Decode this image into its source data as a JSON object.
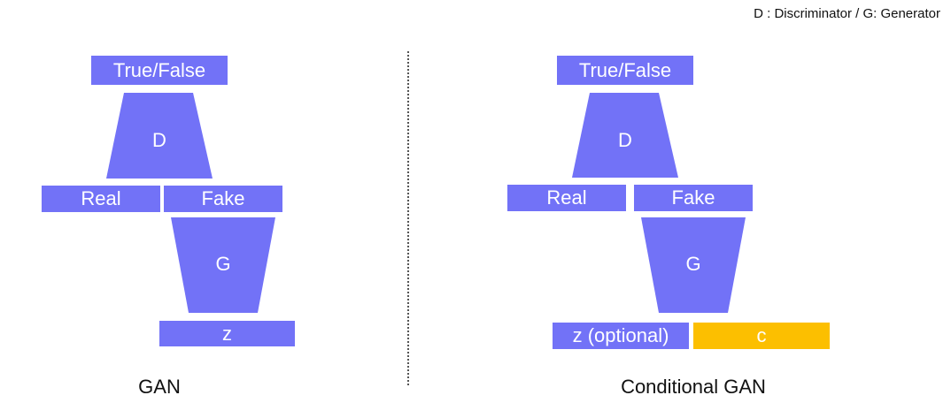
{
  "legend": "D : Discriminator / G: Generator",
  "colors": {
    "block": "#7272f7",
    "condition": "#fcbf00"
  },
  "gan": {
    "output": "True/False",
    "discriminator": "D",
    "real": "Real",
    "fake": "Fake",
    "generator": "G",
    "noise": "z",
    "caption": "GAN"
  },
  "cgan": {
    "output": "True/False",
    "discriminator": "D",
    "real": "Real",
    "fake": "Fake",
    "generator": "G",
    "noise": "z (optional)",
    "condition": "c",
    "caption": "Conditional GAN"
  }
}
